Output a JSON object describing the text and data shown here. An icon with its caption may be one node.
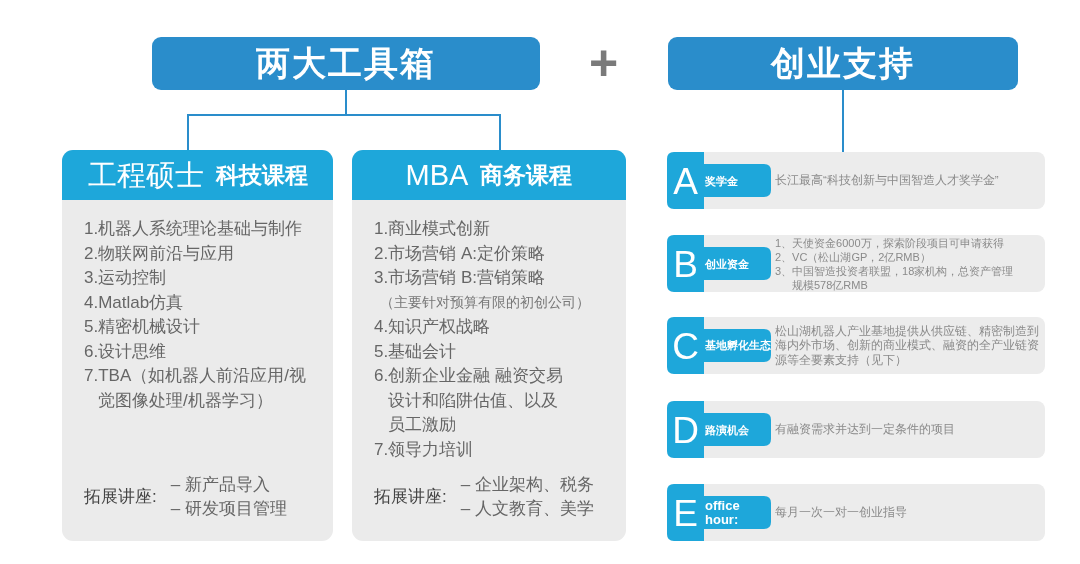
{
  "diagram": {
    "nodes": [
      {
        "text": [
          "两大工具箱"
        ]
      },
      {
        "text": [
          "创业支持"
        ]
      },
      {
        "text": [
          "工程硕士",
          "科技课程",
          "1.机器人系统理论基础与制作",
          "2.物联网前沿与应用",
          "3.运动控制",
          "4.Matlab仿真",
          "5.精密机械设计",
          "6.设计思维",
          "7.TBA（如机器人前沿应用/视觉图像处理/机器学习）",
          "拓展讲座:",
          "– 新产品导入",
          "– 研发项目管理"
        ]
      },
      {
        "text": [
          "MBA",
          "商务课程",
          "1.商业模式创新",
          "2.市场营销 A:定价策略",
          "3.市场营销 B:营销策略",
          "（主要针对预算有限的初创公司）",
          "4.知识产权战略",
          "5.基础会计",
          "6.创新企业金融 融资交易设计和陷阱估值、以及员工激励",
          "7.领导力培训",
          "拓展讲座:",
          "– 企业架构、税务",
          "– 人文教育、美学"
        ]
      },
      {
        "text": [
          "长江最高“科技创新与中国智造人才奖学金”"
        ]
      },
      {
        "text": [
          "A",
          "奖学金"
        ],
        "in": 4
      },
      {
        "text": [
          "1、天使资金6000万，探索阶段项目可申请获得",
          "2、VC（松山湖GP，2亿RMB）",
          "3、中国智造投资者联盟，18家机构，总资产管理规模578亿RMB"
        ]
      },
      {
        "text": [
          "B",
          "创业资金"
        ],
        "in": 6
      },
      {
        "text": [
          "松山湖机器人产业基地提供从供应链、精密制造到海内外市场、创新的商业模式、融资的全产业链资源等全要素支持（见下）"
        ]
      },
      {
        "text": [
          "C",
          "基地孵化生态"
        ],
        "in": 8
      },
      {
        "text": [
          "有融资需求并达到一定条件的项目"
        ]
      },
      {
        "text": [
          "D",
          "路演机会"
        ],
        "in": 10
      },
      {
        "text": [
          "每月一次一对一创业指导"
        ]
      },
      {
        "text": [
          "E",
          "office hour:"
        ],
        "in": 12
      }
    ],
    "edges": [
      {
        "from": 0,
        "to": 2,
        "arrow": "none"
      },
      {
        "from": 0,
        "to": 3,
        "arrow": "none"
      },
      {
        "from": 1,
        "to": 4,
        "arrow": "none"
      }
    ],
    "labels": [
      "+"
    ]
  }
}
